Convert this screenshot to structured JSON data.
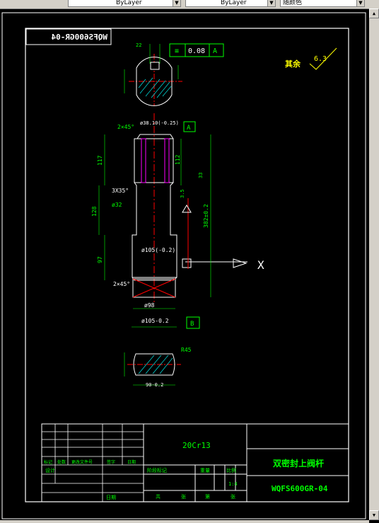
{
  "toolbar": {
    "combo1": "ByLayer",
    "combo2": "ByLayer",
    "combo3": "随颜色"
  },
  "drawing": {
    "title_mirrored": "WQFS600GR-04",
    "roughness_label": "其余",
    "roughness_value": "6.3",
    "flatness_value": "0.08",
    "flatness_datum": "A",
    "datum_a": "A",
    "datum_b": "B",
    "key_width": "22",
    "dim_top_a": "2×45°",
    "dim_top_b": "ø38.10(-0.25)",
    "dim_117": "117",
    "dim_112": "112",
    "dim_3x35": "3X35°",
    "dim_1280": "128",
    "dim_mid": "ø32",
    "dim_97": "97",
    "dim_shoulder": "ø105(-0.2)",
    "dim_total": "382±0.2",
    "dim_bot_a": "2×45°",
    "dim_bot_b": "ø98",
    "dim_bot_c": "ø105-0.2",
    "dim_r45": "R45",
    "dim_sec2": "90-0.2",
    "section_symbol": "X",
    "dim_side_a": "3.5",
    "dim_side_b": "33"
  },
  "titleblock": {
    "material": "20Cr13",
    "part_name": "双密封上阀杆",
    "drawing_no": "WQFS600GR-04",
    "row_labels": [
      "标记",
      "处数",
      "更改文件号",
      "签字",
      "日期"
    ],
    "design": "设计",
    "date": "日期",
    "stage_labels": [
      "阶段标记",
      "重量",
      "比例"
    ],
    "scale": "1:4",
    "sheet_labels": [
      "共",
      "张",
      "第",
      "张"
    ]
  }
}
